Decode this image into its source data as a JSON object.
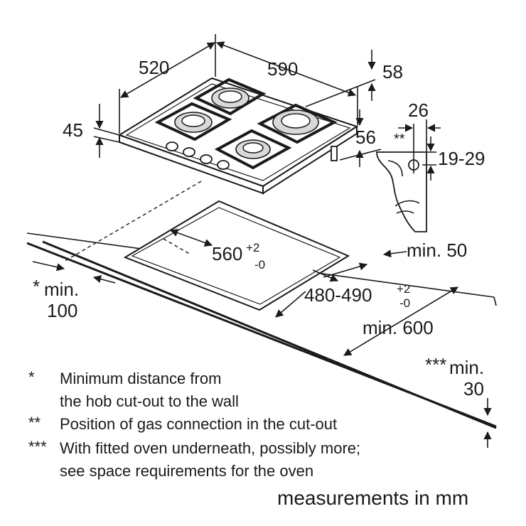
{
  "dimensions": {
    "hob_width": "520",
    "hob_depth": "590",
    "hob_height": "45",
    "rear_offset": "58",
    "side_offset": "56",
    "gas_x": "26",
    "gas_range": "19-29",
    "gas_marker": "**",
    "cutout_width": "560",
    "cutout_width_tol_plus": "+2",
    "cutout_width_tol_minus": "-0",
    "cutout_depth": "480-490",
    "cutout_depth_tol_plus": "+2",
    "cutout_depth_tol_minus": "-0",
    "front_min": "min. 50",
    "worktop_min": "min. 600",
    "wall_min_star": "*",
    "wall_min_label": "min.",
    "wall_min_value": "100",
    "below_min_star": "***",
    "below_min_label": "min.",
    "below_min_value": "30"
  },
  "notes": [
    {
      "mark": "*",
      "line1": "Minimum distance from",
      "line2": "the hob cut-out to the wall"
    },
    {
      "mark": "**",
      "line1": "Position of gas connection in the cut-out",
      "line2": ""
    },
    {
      "mark": "***",
      "line1": "With fitted oven underneath, possibly more;",
      "line2": "see space requirements for the oven"
    }
  ],
  "units_caption": "measurements in mm"
}
